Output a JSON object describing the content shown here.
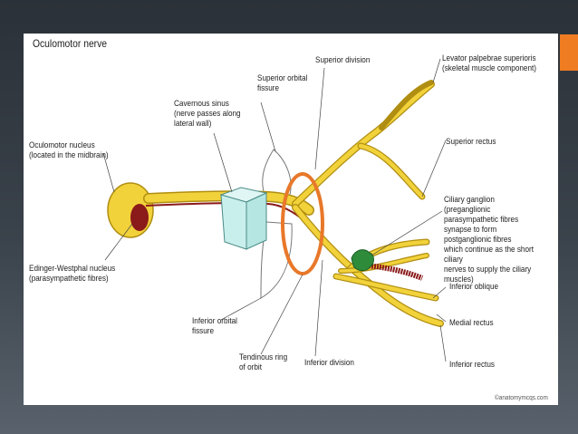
{
  "diagram": {
    "title": "Oculomotor nerve",
    "labels": {
      "oculomotor_nucleus": "Oculomotor nucleus\n(located in the midbrain)",
      "edinger_westphal": "Edinger-Westphal nucleus\n(parasympathetic fibres)",
      "cavernous_sinus": "Cavernous sinus\n(nerve passes along\nlateral wall)",
      "superior_orbital_fissure": "Superior orbital\nfissure",
      "superior_division": "Superior division",
      "levator": "Levator palpebrae superioris\n(skeletal muscle component)",
      "superior_rectus": "Superior rectus",
      "ciliary_ganglion": "Ciliary ganglion\n(preganglionic parasympathetic fibres\nsynapse to form postganglionic fibres\nwhich continue as the short ciliary\nnerves to supply the ciliary muscles)",
      "inferior_oblique": "Inferior oblique",
      "medial_rectus": "Medial rectus",
      "inferior_rectus": "Inferior rectus",
      "inferior_orbital_fissure": "Inferior orbital\nfissure",
      "tendinous_ring": "Tendinous ring\nof orbit",
      "inferior_division": "Inferior division"
    },
    "credit": "©anatomymcqs.com",
    "colors": {
      "nerve": "#f2d23a",
      "nerve_outline": "#b08e12",
      "parasympathetic": "#8b1a1a",
      "sinus": "#c9efec",
      "ring": "#e8782a",
      "ganglion": "#2e8b3a",
      "accent": "#f07c22"
    }
  }
}
